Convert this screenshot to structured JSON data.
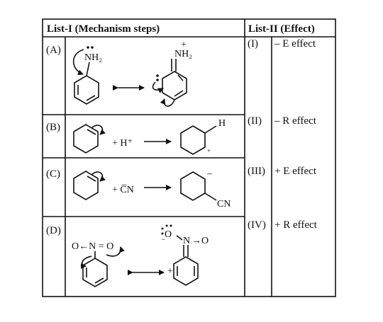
{
  "table": {
    "header_left": "List-I (Mechanism steps)",
    "header_right": "List-II (Effect)"
  },
  "list1": [
    {
      "label": "(A)",
      "chem": {
        "nh2_left": "NH₂",
        "nh2_right": "NH₂",
        "plus": "+"
      }
    },
    {
      "label": "(B)",
      "chem": {
        "reagent": "+ H⁺",
        "h": "H",
        "plus": "+"
      }
    },
    {
      "label": "(C)",
      "chem": {
        "reagent": "+ C̅N",
        "cn": "CN",
        "minus": "–"
      }
    },
    {
      "label": "(D)",
      "chem": {
        "left_group": "O←N = O",
        "right_o": "O",
        "right_n": "N",
        "right_o2": "→O",
        "plus": "+",
        "minus": "–"
      }
    }
  ],
  "list2": [
    {
      "num": "(I)",
      "effect": "– E effect"
    },
    {
      "num": "(II)",
      "effect": "– R effect"
    },
    {
      "num": "(III)",
      "effect": "+ E effect"
    },
    {
      "num": "(IV)",
      "effect": "+ R effect"
    }
  ]
}
